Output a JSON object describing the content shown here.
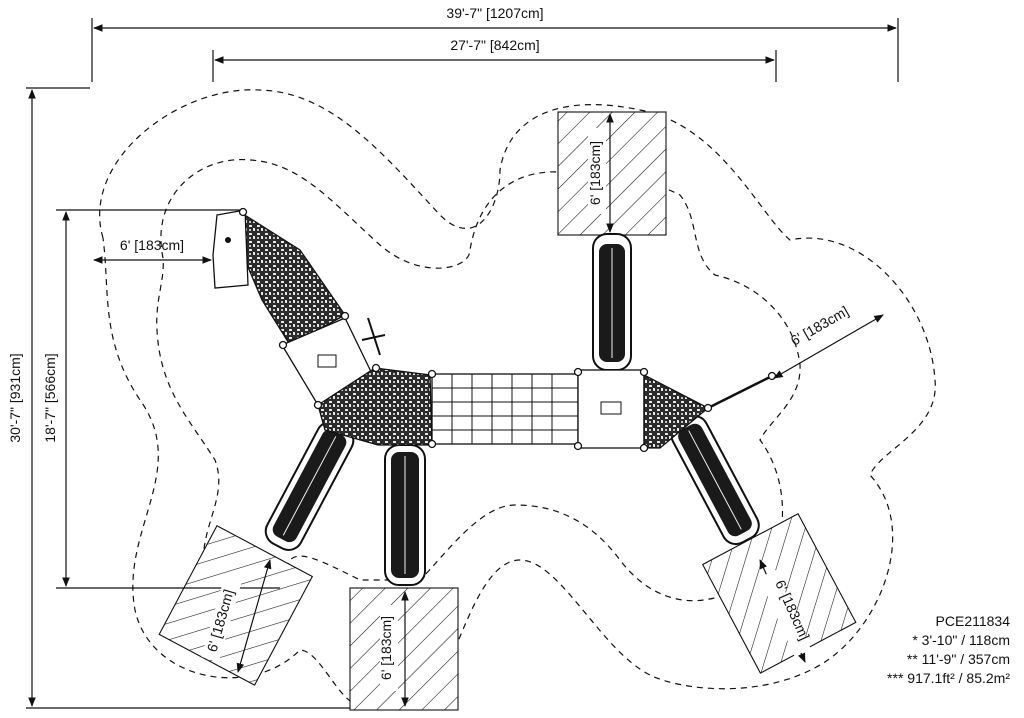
{
  "dimensions": {
    "overall_width": "39'-7\" [1207cm]",
    "structure_width": "27'-7\" [842cm]",
    "overall_depth": "30'-7\" [931cm]",
    "structure_depth": "18'-7\" [566cm]",
    "clearance_left": "6' [183cm]",
    "clearance_right": "6' [183cm]",
    "slide_top": "6' [183cm]",
    "slide_bottom_left": "6' [183cm]",
    "slide_bottom_center": "6' [183cm]",
    "slide_bottom_right": "6' [183cm]"
  },
  "legend": {
    "model": "PCE211834",
    "line1": "* 3'-10\" / 118cm",
    "line2": "** 11'-9\" / 357cm",
    "line3": "*** 917.1ft² / 85.2m²"
  }
}
